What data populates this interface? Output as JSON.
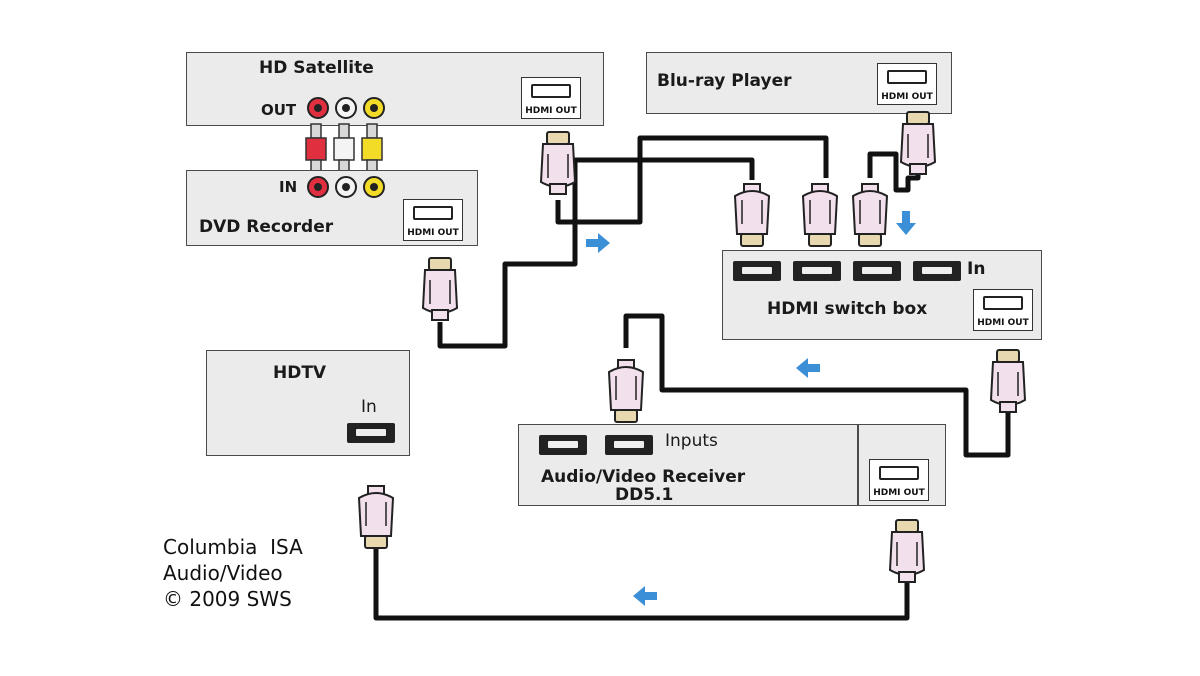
{
  "devices": {
    "satellite": {
      "title": "HD Satellite",
      "out_label": "OUT",
      "port_label": "HDMI OUT"
    },
    "dvd": {
      "title": "DVD Recorder",
      "in_label": "IN",
      "port_label": "HDMI OUT"
    },
    "bluray": {
      "title": "Blu-ray Player",
      "port_label": "HDMI OUT"
    },
    "switch": {
      "title": "HDMI switch box",
      "in_label": "In",
      "port_label": "HDMI OUT"
    },
    "hdtv": {
      "title": "HDTV",
      "in_label": "In"
    },
    "receiver": {
      "title": "Audio/Video Receiver",
      "subtitle": "DD5.1",
      "inputs_label": "Inputs",
      "port_label": "HDMI OUT"
    }
  },
  "rca_colors": {
    "red": "#e03040",
    "white": "#f4f4f4",
    "yellow": "#f2dc28"
  },
  "accent_colors": {
    "arrow": "#3a8fd6",
    "cable": "#111111",
    "connector": "#f0dce8",
    "device_fill": "#ebebeb"
  },
  "credit": {
    "line1": "Columbia  ISA",
    "line2": "Audio/Video",
    "line3": "© 2009 SWS"
  }
}
